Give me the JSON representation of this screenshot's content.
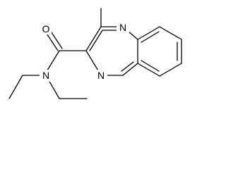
{
  "molecule": {
    "atoms": {
      "oxygen": "O",
      "amide_nitrogen": "N",
      "ring_nitrogen_upper": "N",
      "ring_nitrogen_lower": "N"
    },
    "colors": {
      "bond": "#000000",
      "text": "#000000",
      "background": "#ffffff"
    }
  }
}
